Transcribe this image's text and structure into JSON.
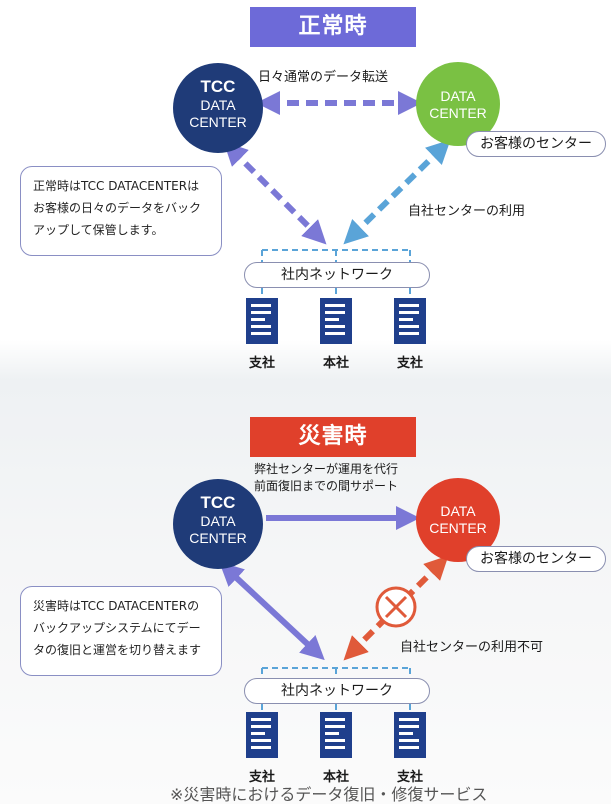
{
  "normal": {
    "title": "正常時",
    "title_color": "#6d6ad8",
    "top_caption": "日々通常のデータ転送",
    "tcc": {
      "line1": "TCC",
      "line2": "DATA",
      "line3": "CENTER",
      "color": "#1f3b78"
    },
    "client": {
      "line1": "DATA",
      "line2": "CENTER",
      "color": "#7ac143",
      "tag": "お客様のセンター"
    },
    "right_caption": "自社センターの利用",
    "note": [
      "正常時はTCC DATACENTERは",
      "お客様の日々のデータをバック",
      "アップして保管します。"
    ],
    "network": "社内ネットワーク",
    "servers": [
      "支社",
      "本社",
      "支社"
    ]
  },
  "disaster": {
    "title": "災害時",
    "title_color": "#e0402b",
    "top_caption_1": "弊社センターが運用を代行",
    "top_caption_2": "前面復旧までの間サポート",
    "tcc": {
      "line1": "TCC",
      "line2": "DATA",
      "line3": "CENTER",
      "color": "#1f3b78"
    },
    "client": {
      "line1": "DATA",
      "line2": "CENTER",
      "color": "#e0402b",
      "tag": "お客様のセンター"
    },
    "right_caption": "自社センターの利用不可",
    "note": [
      "災害時はTCC DATACENTERの",
      "バックアップシステムにてデー",
      "タの復旧と運営を切り替えます"
    ],
    "network": "社内ネットワーク",
    "servers": [
      "支社",
      "本社",
      "支社"
    ]
  },
  "footer": "※災害時におけるデータ復旧・修復サービス",
  "colors": {
    "arrow": "#7b78d6",
    "dashed_blue": "#5aa4d8",
    "dashed_red": "#e05a3a",
    "server": "#1f3f8c"
  }
}
